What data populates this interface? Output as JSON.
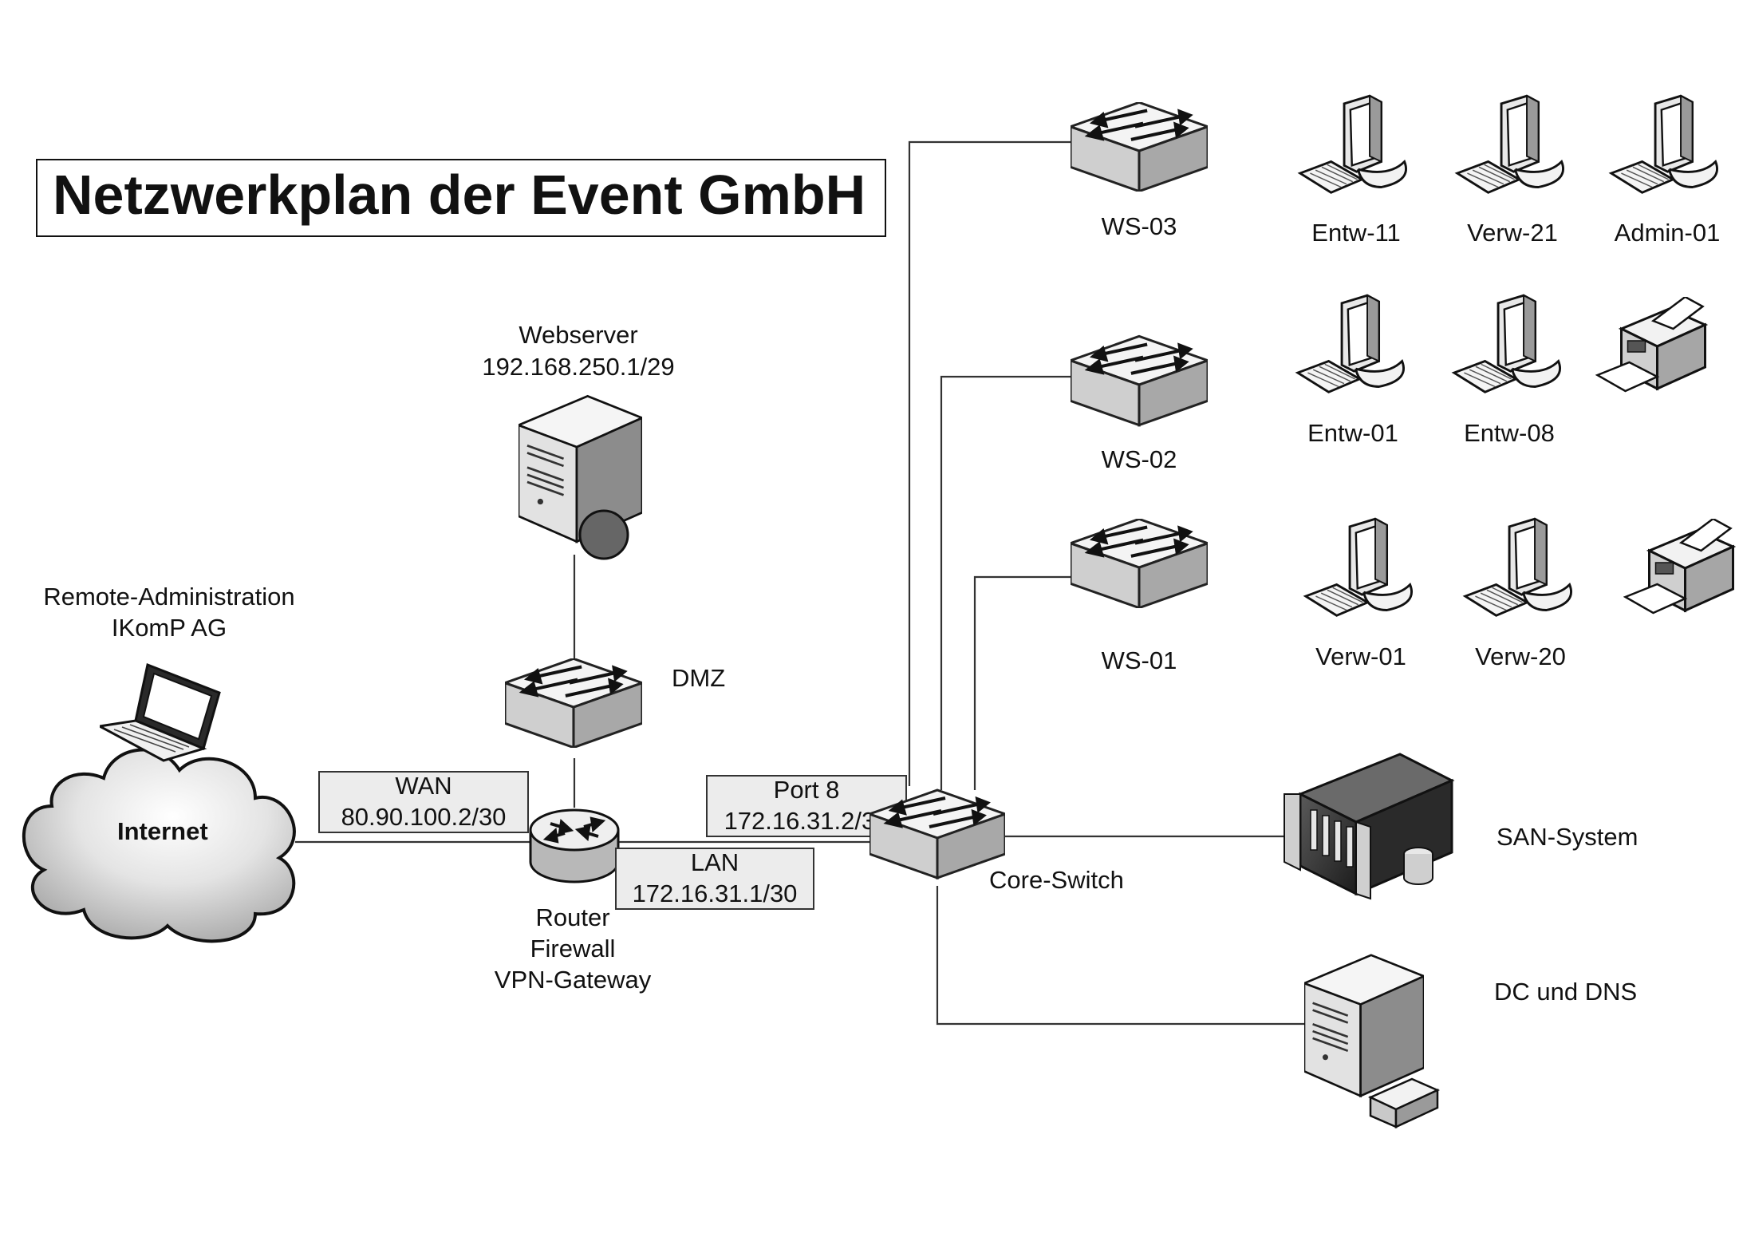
{
  "title": "Netzwerkplan der Event GmbH",
  "internet": {
    "cloud_label": "Internet",
    "remote_line1": "Remote-Administration",
    "remote_line2": "IKomP AG"
  },
  "webserver": {
    "name": "Webserver",
    "ip": "192.168.250.1/29"
  },
  "dmz": {
    "label": "DMZ"
  },
  "wan": {
    "label": "WAN",
    "ip": "80.90.100.2/30"
  },
  "lan": {
    "label": "LAN",
    "ip": "172.16.31.1/30"
  },
  "port": {
    "label": "Port 8",
    "ip": "172.16.31.2/30"
  },
  "router": {
    "line1": "Router",
    "line2": "Firewall",
    "line3": "VPN-Gateway"
  },
  "core_switch": {
    "label": "Core-Switch"
  },
  "switches": {
    "ws03": "WS-03",
    "ws02": "WS-02",
    "ws01": "WS-01"
  },
  "clients": {
    "entw11": "Entw-11",
    "verw21": "Verw-21",
    "admin01": "Admin-01",
    "entw01": "Entw-01",
    "entw08": "Entw-08",
    "verw01": "Verw-01",
    "verw20": "Verw-20"
  },
  "san": {
    "label": "SAN-System"
  },
  "dc": {
    "label": "DC und DNS"
  }
}
